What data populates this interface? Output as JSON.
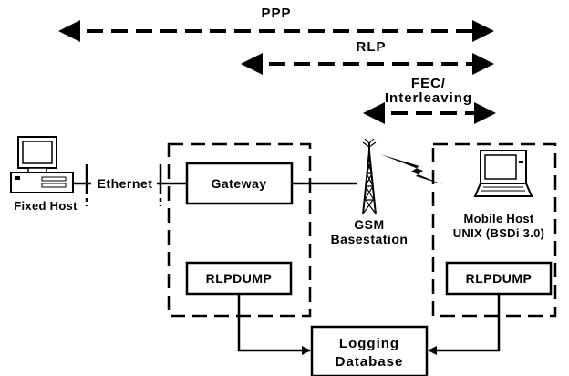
{
  "protocols": {
    "ppp": "PPP",
    "rlp": "RLP",
    "fec_line1": "FEC/",
    "fec_line2": "Interleaving"
  },
  "nodes": {
    "fixed_host": "Fixed Host",
    "ethernet": "Ethernet",
    "gateway": "Gateway",
    "gsm_line1": "GSM",
    "gsm_line2": "Basestation",
    "mobile_line1": "Mobile Host",
    "mobile_line2": "UNIX (BSDi 3.0)",
    "rlpdump_left": "RLPDUMP",
    "rlpdump_right": "RLPDUMP",
    "logging_line1": "Logging",
    "logging_line2": "Database"
  },
  "icons": {
    "fixed_host": "desktop-computer-icon",
    "mobile_host": "laptop-icon",
    "basestation": "radio-tower-icon",
    "wireless_link": "lightning-bolt-icon"
  }
}
